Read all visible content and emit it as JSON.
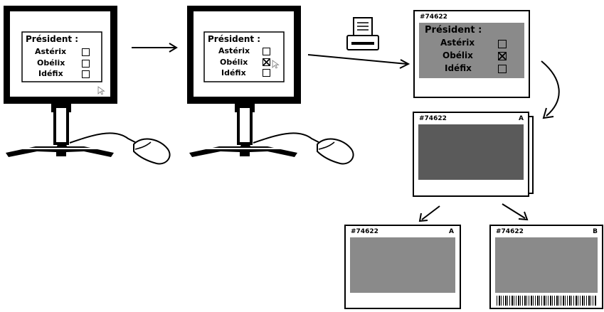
{
  "ballot": {
    "title": "Président :",
    "options": [
      "Astérix",
      "Obélix",
      "Idéfix"
    ]
  },
  "printed_ballot": {
    "serial": "#74622",
    "title": "Président :",
    "options": [
      "Astérix",
      "Obélix",
      "Idéfix"
    ]
  },
  "stacked_ballot": {
    "serial": "#74622",
    "letter": "A"
  },
  "copy_a": {
    "serial": "#74622",
    "letter": "A"
  },
  "copy_b": {
    "serial": "#74622",
    "letter": "B"
  },
  "colors": {
    "ink": "#000000",
    "gray": "#8a8a8a",
    "dark_gray": "#5a5a5a"
  }
}
